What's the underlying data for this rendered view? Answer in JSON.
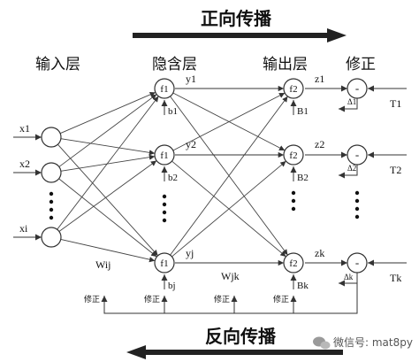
{
  "top_arrow_label": "正向传播",
  "bottom_arrow_label": "反向传播",
  "headers": {
    "input": "输入层",
    "hidden": "隐含层",
    "output": "输出层",
    "correction": "修正"
  },
  "inputs": [
    "x1",
    "x2",
    "xi"
  ],
  "hidden_nodes": [
    "f1",
    "f1",
    "f1"
  ],
  "hidden_outputs": [
    "y1",
    "y2",
    "yj"
  ],
  "hidden_biases": [
    "b1",
    "b2",
    "bj"
  ],
  "output_nodes": [
    "f2",
    "f2",
    "f2"
  ],
  "output_biases": [
    "B1",
    "B2",
    "Bk"
  ],
  "outputs": [
    "z1",
    "z2",
    "zk"
  ],
  "comparators": [
    "-",
    "-",
    "-"
  ],
  "errors": [
    "Δ1",
    "Δ2",
    "Δk"
  ],
  "targets": [
    "T1",
    "T2",
    "Tk"
  ],
  "weight_labels": {
    "input_hidden": "Wij",
    "hidden_output": "Wjk"
  },
  "correction_label": "修正",
  "watermark": "微信号: mat8py",
  "colors": {
    "line": "#333333",
    "arrow": "#222222",
    "text": "#111111"
  }
}
